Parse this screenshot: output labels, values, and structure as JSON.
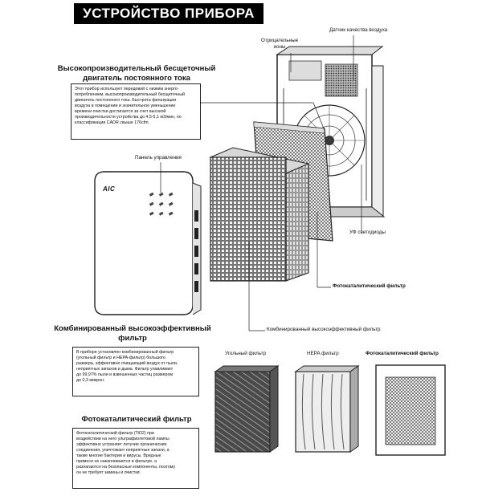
{
  "title": "УСТРОЙСТВО ПРИБОРА",
  "motor": {
    "heading_line1": "Высокопроизводительный бесщеточный",
    "heading_line2": "двигатель постоянного тока",
    "lines": [
      "Этот прибор использует передовой с низким энерго-",
      "потреблением, высокопроизводительный бесщеточный",
      "двигатель постоянного тока. Быстрота фильтрации",
      "воздуха в помещении и значительное уменьшение",
      "времени очистки достигается за счет высокой",
      "производительности устройства до 4,5-5,1 м3/мин, по",
      "классификации CADR свыше 176cfm."
    ]
  },
  "combined": {
    "heading_line1": "Комбинированный высокоэффективный",
    "heading_line2": "фильтр",
    "lines": [
      "В приборе установлен комбинированный фильтр",
      "(угольный фильтр и HEPA-фильтр) большого",
      "размера, эффективно очищающий воздух от пыли,",
      "неприятных запахов и дыма. Фильтр улавливает",
      "до 99,97% пыли и взвешенных частиц размером",
      "до 0,3 микрон."
    ]
  },
  "photocatalytic": {
    "heading": "Фотокаталитический фильтр",
    "lines": [
      "Фотокаталитический фильтр (TiO2) при",
      "воздействии на него ультрафиолетовой лампы",
      "эффективно устраняет летучие органические",
      "соединения, уничтожает неприятные запахи, а",
      "также многие бактерии и вирусы. Вредные",
      "примеси не накапливаются в фильтре, а",
      "разлагаются на безопасные компоненты, поэтому",
      "он не требует замены и очистки."
    ]
  },
  "callouts": {
    "ions_line1": "Отрицательные",
    "ions_line2": "ионы",
    "sensor": "Датчик качества воздуха",
    "panel": "Панель управления",
    "uv": "УФ светодиоды",
    "photo_filter": "Фотокаталитический фильтр",
    "combined_filter": "Комбинированный высокоэффективный фильтр"
  },
  "filters": {
    "carbon": "Угольный фильтр",
    "hepa": "HEPA фильтр",
    "photo": "Фотокаталитический фильтр"
  },
  "device_logo": "AIC"
}
